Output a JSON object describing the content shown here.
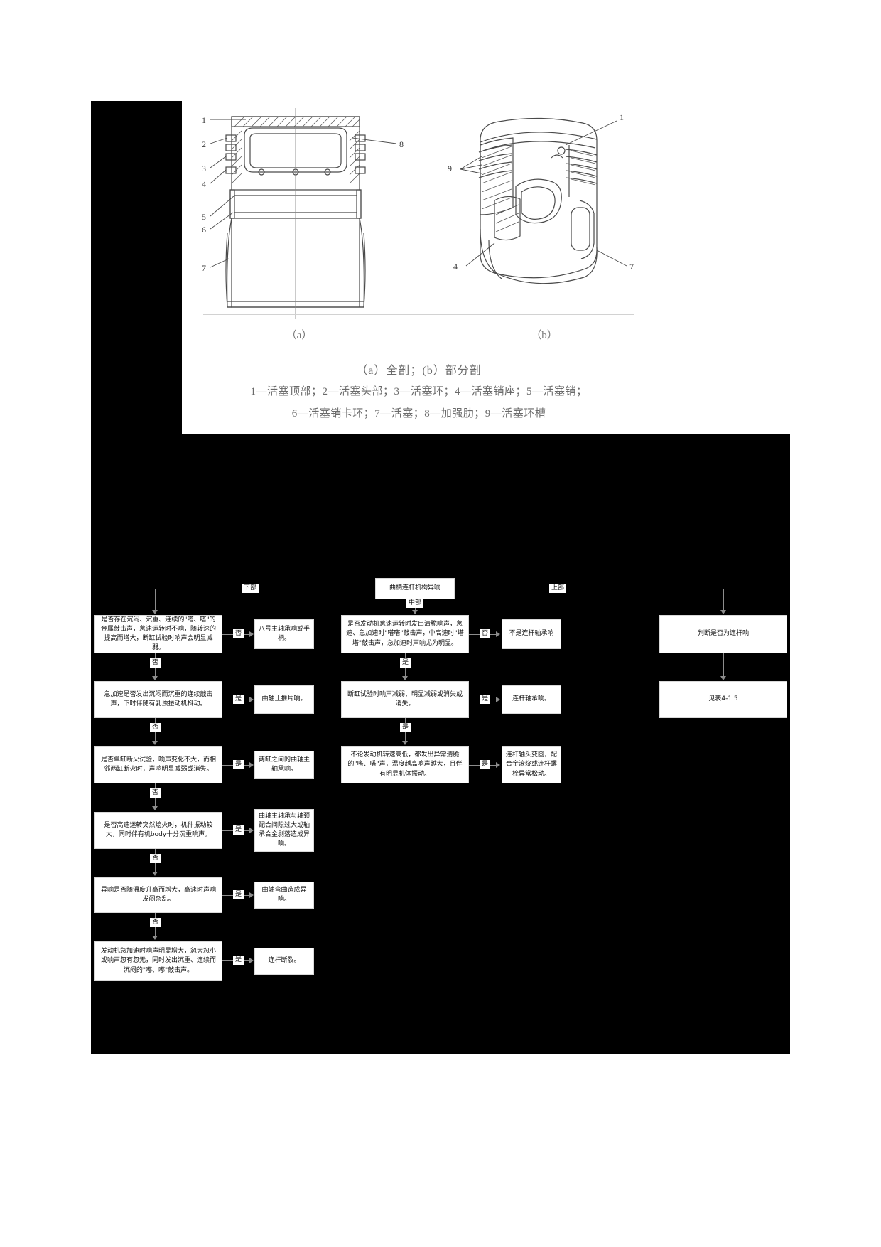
{
  "figure": {
    "panel_bg": "#ffffff",
    "page_bg": "#000000",
    "sub_a": "（a）",
    "sub_b": "（b）",
    "caption_main": "（a）全剖；(b）部分剖",
    "caption_line1": "1—活塞顶部；2—活塞头部；3—活塞环；4—活塞销座；5—活塞销；",
    "caption_line2": "6—活塞销卡环；7—活塞；8—加强肋；9—活塞环槽",
    "leaders_a": [
      "1",
      "2",
      "3",
      "4",
      "5",
      "6",
      "7",
      "8"
    ],
    "leaders_b": [
      "1",
      "9",
      "4",
      "7"
    ]
  },
  "flowchart": {
    "header": {
      "left_label": "下部",
      "center_label": "曲柄连杆机构异响",
      "right_label": "上部",
      "middle_label": "中部"
    },
    "yes": "是",
    "no": "否",
    "left_branch": [
      {
        "question": "是否存在沉闷、沉重、连续的\"嗒、嗒\"的金属敲击声，怠速运转时不响，随转速的提高而增大，断缸试验时响声会明显减弱。",
        "answer_tag": "否",
        "result": "八号主轴承响或手柄。"
      },
      {
        "question": "急加速是否发出沉闷而沉重的连续敲击声，下时伴随有乳浊振动机抖动。",
        "answer_tag": "是",
        "result": "曲轴止推片响。"
      },
      {
        "question": "是否单缸断火试验，响声变化不大，而相邻两缸断火时，声响明显减弱或消失。",
        "answer_tag": "是",
        "result": "两缸之间的曲轴主轴承响。"
      },
      {
        "question": "是否高速运转突然熄火时，机件振动较大，同时伴有机body十分沉重响声。",
        "answer_tag": "是",
        "result": "曲轴主轴承与轴颈配合间隙过大或轴承合金剥落造成异响。"
      },
      {
        "question": "异响是否随温度升高而增大，高速时声响发闷杂乱。",
        "answer_tag": "是",
        "result": "曲轴弯曲造成异响。"
      },
      {
        "question": "发动机急加速时响声明显增大，忽大忽小或响声忽有忽无，同时发出沉重、连续而沉闷的\"嘟、嘟\"敲击声。",
        "answer_tag": "是",
        "result": "连杆断裂。"
      }
    ],
    "middle_branch": [
      {
        "question": "是否发动机怠速运转时发出清脆响声，怠速、急加速时\"嗒嗒\"敲击声，中高速时\"塔塔\"敲击声，急加速时声响尤为明显。",
        "answer_tag": "否",
        "result": "不是连杆轴承响"
      },
      {
        "question": "断缸试验时响声减弱、明显减弱或消失或消失。",
        "answer_tag": "是",
        "result": "连杆轴承响。"
      },
      {
        "question": "不论发动机转速高低，都发出异常清脆的\"嗒、嗒\"声，温度越高响声越大，且伴有明显机体振动。",
        "answer_tag": "是",
        "result": "连杆轴头变圆，配合金滚烧或连杆螺栓异常松动。"
      }
    ],
    "right_branch": [
      {
        "question": "判断是否为连杆响",
        "result": "见表4-1.5"
      }
    ]
  }
}
